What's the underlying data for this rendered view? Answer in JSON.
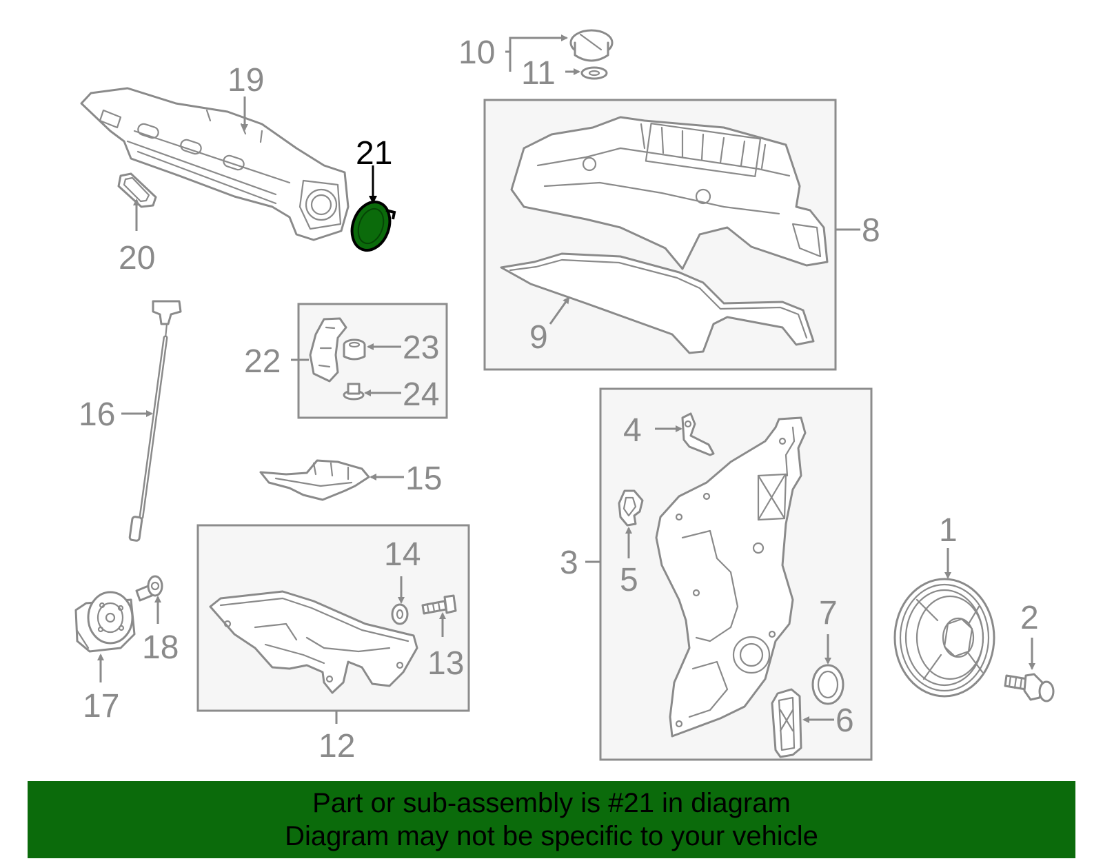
{
  "highlight": {
    "part_number": "21",
    "color": "#0b6b0b"
  },
  "callouts": [
    "1",
    "2",
    "3",
    "4",
    "5",
    "6",
    "7",
    "8",
    "9",
    "10",
    "11",
    "12",
    "13",
    "14",
    "15",
    "16",
    "17",
    "18",
    "19",
    "20",
    "21",
    "22",
    "23",
    "24"
  ],
  "banner": {
    "line1": "Part or sub-assembly is #21 in diagram",
    "line2": "Diagram may not be specific to your vehicle"
  }
}
